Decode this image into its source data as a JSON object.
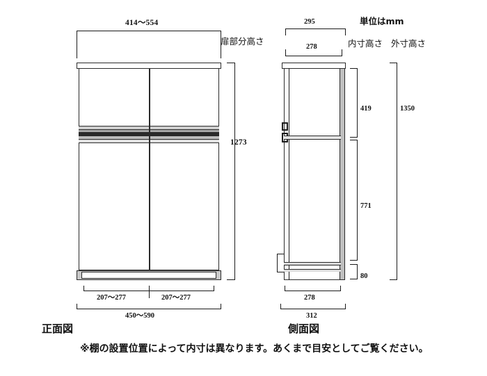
{
  "meta": {
    "unit_note": "単位はmm",
    "bottom_note": "※棚の設置位置によって内寸は異なります。あくまで目安としてご覧ください。"
  },
  "views": {
    "front": {
      "name": "正面図",
      "labels": {
        "door_height": "扉部分高さ"
      },
      "dimensions": {
        "top_inner_width": "414〜554",
        "door_height_value": "1273",
        "left_door_width": "207〜277",
        "right_door_width": "207〜277",
        "outer_width": "450〜590"
      }
    },
    "side": {
      "name": "側面図",
      "labels": {
        "inner_height": "内寸高さ",
        "outer_height": "外寸高さ"
      },
      "dimensions": {
        "top_outer_depth": "295",
        "top_inner_depth": "278",
        "upper_inner_height": "419",
        "lower_inner_height": "771",
        "base_height": "80",
        "total_height": "1350",
        "bottom_inner_depth": "278",
        "bottom_outer_depth": "312"
      }
    }
  }
}
